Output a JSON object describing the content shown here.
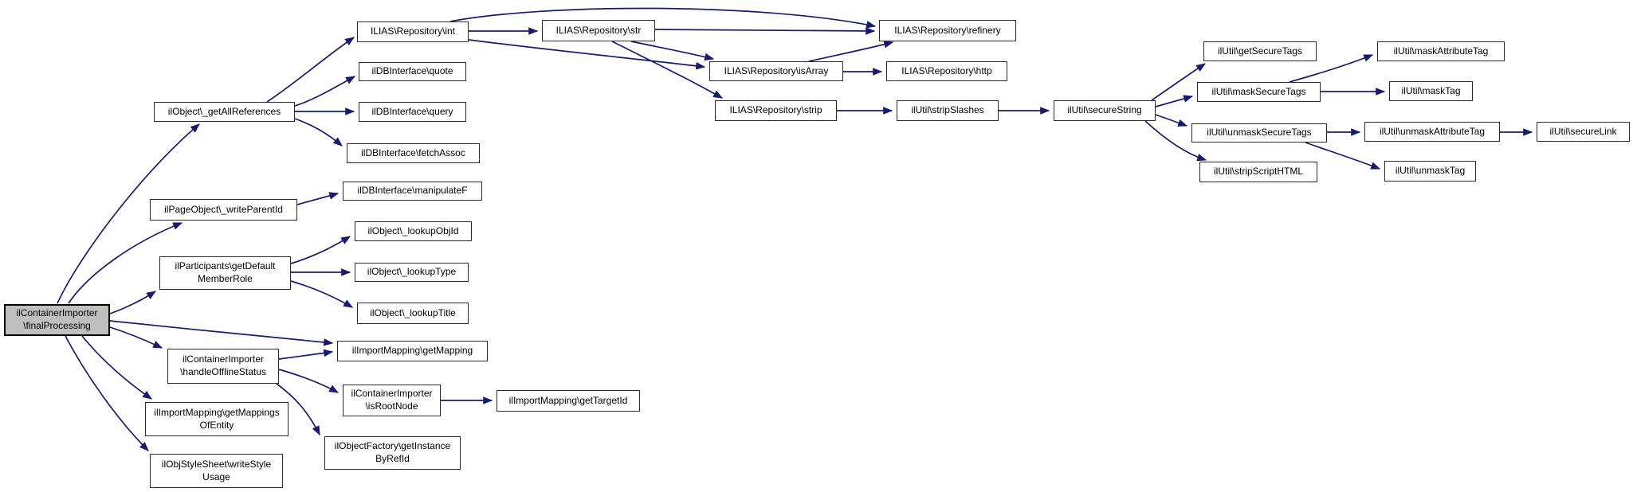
{
  "diagram": {
    "type": "call-graph",
    "background_color": "#ffffff",
    "edge_color": "#191970",
    "node_fill": "#ffffff",
    "node_border_color": "#2b2b2b",
    "root_node_fill": "#bfbfbf",
    "root_node_border_color": "#000000",
    "nodes": [
      {
        "id": "finalProcessing",
        "label": "ilContainerImporter\\finalProcessing",
        "lines": [
          "ilContainerImporter",
          "\\finalProcessing"
        ],
        "root": true
      },
      {
        "id": "getAllReferences",
        "label": "ilObject\\_getAllReferences",
        "lines": [
          "ilObject\\_getAllReferences"
        ]
      },
      {
        "id": "writeParentId",
        "label": "ilPageObject\\_writeParentId",
        "lines": [
          "ilPageObject\\_writeParentId"
        ]
      },
      {
        "id": "getDefaultMemberRole",
        "label": "ilParticipants\\getDefaultMemberRole",
        "lines": [
          "ilParticipants\\getDefault",
          "MemberRole"
        ]
      },
      {
        "id": "handleOfflineStatus",
        "label": "ilContainerImporter\\handleOfflineStatus",
        "lines": [
          "ilContainerImporter",
          "\\handleOfflineStatus"
        ]
      },
      {
        "id": "getMappingsOfEntity",
        "label": "ilImportMapping\\getMappingsOfEntity",
        "lines": [
          "ilImportMapping\\getMappings",
          "OfEntity"
        ]
      },
      {
        "id": "writeStyleUsage",
        "label": "ilObjStyleSheet\\writeStyleUsage",
        "lines": [
          "ilObjStyleSheet\\writeStyle",
          "Usage"
        ]
      },
      {
        "id": "repoInt",
        "label": "ILIAS\\Repository\\int",
        "lines": [
          "ILIAS\\Repository\\int"
        ]
      },
      {
        "id": "quote",
        "label": "ilDBInterface\\quote",
        "lines": [
          "ilDBInterface\\quote"
        ]
      },
      {
        "id": "query",
        "label": "ilDBInterface\\query",
        "lines": [
          "ilDBInterface\\query"
        ]
      },
      {
        "id": "fetchAssoc",
        "label": "ilDBInterface\\fetchAssoc",
        "lines": [
          "ilDBInterface\\fetchAssoc"
        ]
      },
      {
        "id": "manipulateF",
        "label": "ilDBInterface\\manipulateF",
        "lines": [
          "ilDBInterface\\manipulateF"
        ]
      },
      {
        "id": "lookupObjId",
        "label": "ilObject\\_lookupObjId",
        "lines": [
          "ilObject\\_lookupObjId"
        ]
      },
      {
        "id": "lookupType",
        "label": "ilObject\\_lookupType",
        "lines": [
          "ilObject\\_lookupType"
        ]
      },
      {
        "id": "lookupTitle",
        "label": "ilObject\\_lookupTitle",
        "lines": [
          "ilObject\\_lookupTitle"
        ]
      },
      {
        "id": "getMapping",
        "label": "ilImportMapping\\getMapping",
        "lines": [
          "ilImportMapping\\getMapping"
        ]
      },
      {
        "id": "isRootNode",
        "label": "ilContainerImporter\\isRootNode",
        "lines": [
          "ilContainerImporter",
          "\\isRootNode"
        ]
      },
      {
        "id": "getTargetId",
        "label": "ilImportMapping\\getTargetId",
        "lines": [
          "ilImportMapping\\getTargetId"
        ]
      },
      {
        "id": "getInstanceByRefId",
        "label": "ilObjectFactory\\getInstanceByRefId",
        "lines": [
          "ilObjectFactory\\getInstance",
          "ByRefId"
        ]
      },
      {
        "id": "repoStr",
        "label": "ILIAS\\Repository\\str",
        "lines": [
          "ILIAS\\Repository\\str"
        ]
      },
      {
        "id": "isArray",
        "label": "ILIAS\\Repository\\isArray",
        "lines": [
          "ILIAS\\Repository\\isArray"
        ]
      },
      {
        "id": "strip",
        "label": "ILIAS\\Repository\\strip",
        "lines": [
          "ILIAS\\Repository\\strip"
        ]
      },
      {
        "id": "refinery",
        "label": "ILIAS\\Repository\\refinery",
        "lines": [
          "ILIAS\\Repository\\refinery"
        ]
      },
      {
        "id": "http",
        "label": "ILIAS\\Repository\\http",
        "lines": [
          "ILIAS\\Repository\\http"
        ]
      },
      {
        "id": "stripSlashes",
        "label": "ilUtil\\stripSlashes",
        "lines": [
          "ilUtil\\stripSlashes"
        ]
      },
      {
        "id": "secureString",
        "label": "ilUtil\\secureString",
        "lines": [
          "ilUtil\\secureString"
        ]
      },
      {
        "id": "getSecureTags",
        "label": "ilUtil\\getSecureTags",
        "lines": [
          "ilUtil\\getSecureTags"
        ]
      },
      {
        "id": "maskSecureTags",
        "label": "ilUtil\\maskSecureTags",
        "lines": [
          "ilUtil\\maskSecureTags"
        ]
      },
      {
        "id": "unmaskSecureTags",
        "label": "ilUtil\\unmaskSecureTags",
        "lines": [
          "ilUtil\\unmaskSecureTags"
        ]
      },
      {
        "id": "stripScriptHTML",
        "label": "ilUtil\\stripScriptHTML",
        "lines": [
          "ilUtil\\stripScriptHTML"
        ]
      },
      {
        "id": "maskAttributeTag",
        "label": "ilUtil\\maskAttributeTag",
        "lines": [
          "ilUtil\\maskAttributeTag"
        ]
      },
      {
        "id": "maskTag",
        "label": "ilUtil\\maskTag",
        "lines": [
          "ilUtil\\maskTag"
        ]
      },
      {
        "id": "unmaskAttributeTag",
        "label": "ilUtil\\unmaskAttributeTag",
        "lines": [
          "ilUtil\\unmaskAttributeTag"
        ]
      },
      {
        "id": "unmaskTag",
        "label": "ilUtil\\unmaskTag",
        "lines": [
          "ilUtil\\unmaskTag"
        ]
      },
      {
        "id": "secureLink",
        "label": "ilUtil\\secureLink",
        "lines": [
          "ilUtil\\secureLink"
        ]
      }
    ],
    "edges": [
      {
        "from": "finalProcessing",
        "to": "getAllReferences"
      },
      {
        "from": "finalProcessing",
        "to": "writeParentId"
      },
      {
        "from": "finalProcessing",
        "to": "getDefaultMemberRole"
      },
      {
        "from": "finalProcessing",
        "to": "getMapping"
      },
      {
        "from": "finalProcessing",
        "to": "handleOfflineStatus"
      },
      {
        "from": "finalProcessing",
        "to": "getMappingsOfEntity"
      },
      {
        "from": "finalProcessing",
        "to": "writeStyleUsage"
      },
      {
        "from": "getAllReferences",
        "to": "repoInt"
      },
      {
        "from": "getAllReferences",
        "to": "quote"
      },
      {
        "from": "getAllReferences",
        "to": "query"
      },
      {
        "from": "getAllReferences",
        "to": "fetchAssoc"
      },
      {
        "from": "writeParentId",
        "to": "manipulateF"
      },
      {
        "from": "getDefaultMemberRole",
        "to": "lookupObjId"
      },
      {
        "from": "getDefaultMemberRole",
        "to": "lookupType"
      },
      {
        "from": "getDefaultMemberRole",
        "to": "lookupTitle"
      },
      {
        "from": "handleOfflineStatus",
        "to": "getMapping"
      },
      {
        "from": "handleOfflineStatus",
        "to": "isRootNode"
      },
      {
        "from": "handleOfflineStatus",
        "to": "getInstanceByRefId"
      },
      {
        "from": "isRootNode",
        "to": "getTargetId"
      },
      {
        "from": "repoInt",
        "to": "repoStr"
      },
      {
        "from": "repoInt",
        "to": "refinery"
      },
      {
        "from": "repoInt",
        "to": "isArray"
      },
      {
        "from": "repoStr",
        "to": "refinery"
      },
      {
        "from": "repoStr",
        "to": "isArray"
      },
      {
        "from": "repoStr",
        "to": "strip"
      },
      {
        "from": "isArray",
        "to": "refinery"
      },
      {
        "from": "isArray",
        "to": "http"
      },
      {
        "from": "strip",
        "to": "stripSlashes"
      },
      {
        "from": "stripSlashes",
        "to": "secureString"
      },
      {
        "from": "secureString",
        "to": "getSecureTags"
      },
      {
        "from": "secureString",
        "to": "maskSecureTags"
      },
      {
        "from": "secureString",
        "to": "unmaskSecureTags"
      },
      {
        "from": "secureString",
        "to": "stripScriptHTML"
      },
      {
        "from": "maskSecureTags",
        "to": "maskAttributeTag"
      },
      {
        "from": "maskSecureTags",
        "to": "maskTag"
      },
      {
        "from": "unmaskSecureTags",
        "to": "unmaskAttributeTag"
      },
      {
        "from": "unmaskSecureTags",
        "to": "unmaskTag"
      },
      {
        "from": "unmaskAttributeTag",
        "to": "secureLink"
      }
    ]
  }
}
